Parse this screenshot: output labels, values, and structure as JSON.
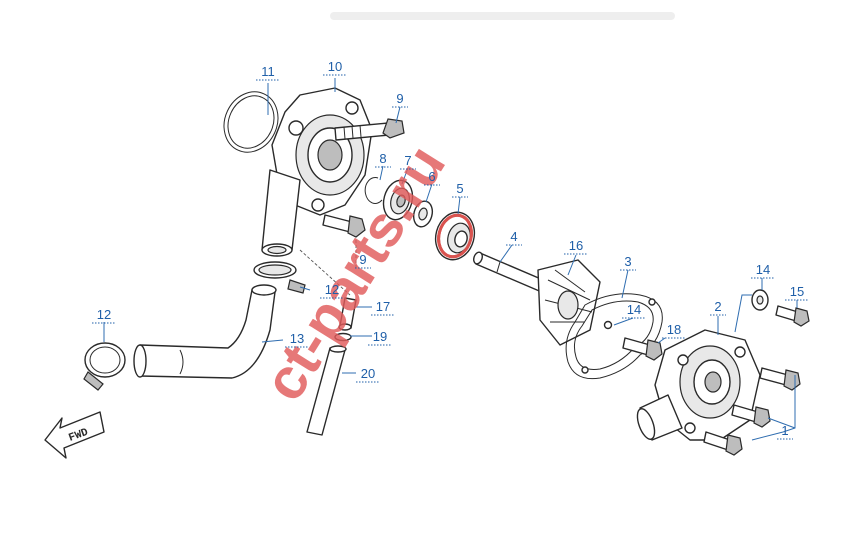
{
  "diagram": {
    "watermark": "ct-parts.ru",
    "fwd_label": "FWD",
    "callouts": [
      "1",
      "2",
      "3",
      "4",
      "5",
      "6",
      "7",
      "8",
      "9",
      "9",
      "10",
      "11",
      "12",
      "12",
      "13",
      "14",
      "14",
      "15",
      "16",
      "17",
      "18",
      "19",
      "20"
    ]
  },
  "colors": {
    "label": "#1f5fa8",
    "watermark": "#e05a5a",
    "lineart": "#2a2a2a"
  }
}
